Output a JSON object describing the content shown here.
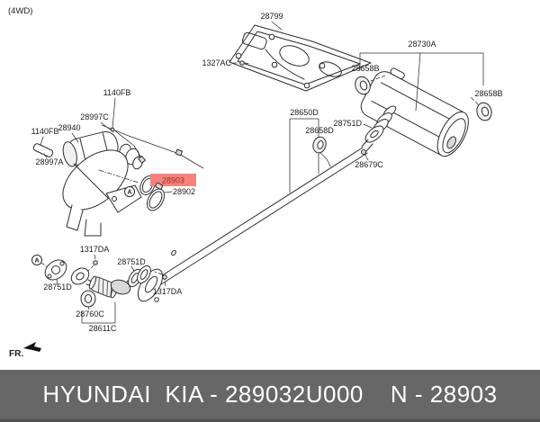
{
  "header": {
    "variant": "(4WD)"
  },
  "orientation": {
    "label": "FR."
  },
  "markers": {
    "section": "A"
  },
  "parts": {
    "heat_shield_28799": "28799",
    "bolt_1327ac": "1327AC",
    "muffler_28730a": "28730A",
    "hanger_28658b": "28658B",
    "center_pipe_28650d": "28650D",
    "hanger_28658d": "28658D",
    "clamp_28751d": "28751D",
    "bolt_28679c": "28679C",
    "nut_1140fb": "1140FB",
    "wiring_28997c": "28997C",
    "catalyst_28940": "28940",
    "bracket_28997a": "28997A",
    "gasket_28903": "28903",
    "clamp_28902": "28902",
    "bolt_1317da": "1317DA",
    "hanger_28760c": "28760C",
    "front_pipe_28611c": "28611C"
  },
  "footer": {
    "brand": "HYUNDAI  KIA - 289032U000",
    "catalog": "N - 28903"
  },
  "colors": {
    "highlight_bg": "#f4837e",
    "highlight_text": "#9e2f26",
    "footer_bg": "#676767",
    "footer_text": "#ffffff",
    "line": "#2e2e2e"
  }
}
